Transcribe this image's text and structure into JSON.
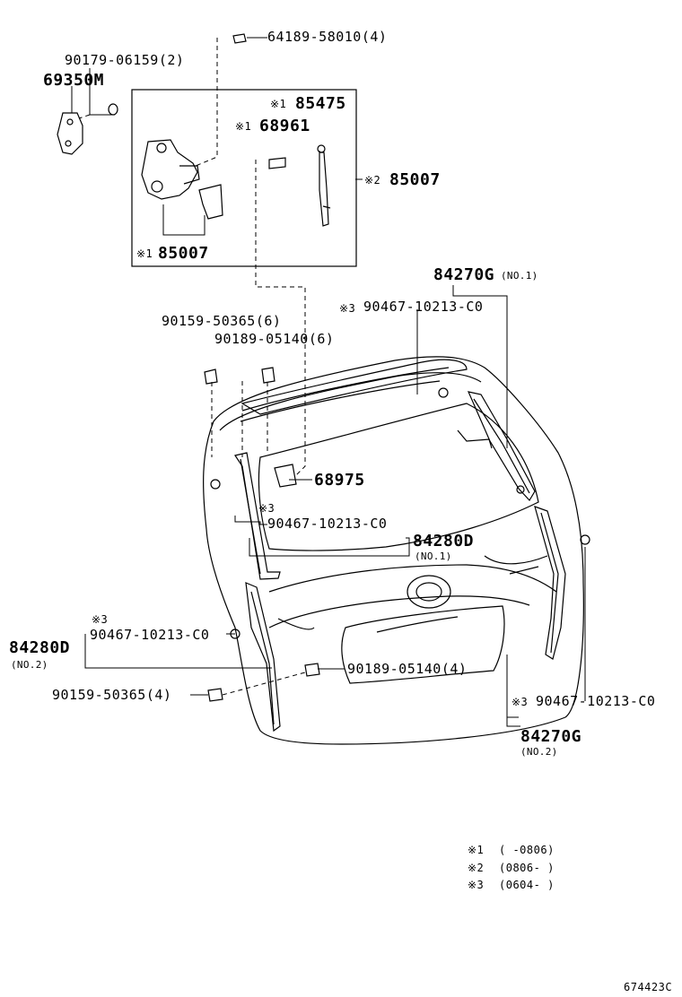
{
  "parts": {
    "p64189": "64189-58010(4)",
    "p90179": "90179-06159(2)",
    "p69350m": "69350M",
    "p85475": "85475",
    "p68961": "68961",
    "p85007_right": "85007",
    "p85007_left": "85007",
    "p84270g_top": "84270G",
    "p84270g_top_no": "(NO.1)",
    "p90467_a": "90467-10213-C0",
    "p90159_top": "90159-50365(6)",
    "p90189_top": "90189-05140(6)",
    "p68975": "68975",
    "p90467_b": "90467-10213-C0",
    "p84280d_top": "84280D",
    "p84280d_top_no": "(NO.1)",
    "p90467_c": "90467-10213-C0",
    "p84280d_bottom": "84280D",
    "p84280d_bottom_no": "(NO.2)",
    "p90189_bottom": "90189-05140(4)",
    "p90159_bottom": "90159-50365(4)",
    "p90467_d": "90467-10213-C0",
    "p84270g_bottom": "84270G",
    "p84270g_bottom_no": "(NO.2)"
  },
  "marks": {
    "m1": "※1",
    "m2": "※2",
    "m3": "※3"
  },
  "legend": [
    {
      "mark": "※1",
      "range": "(     -0806)"
    },
    {
      "mark": "※2",
      "range": "(0806-     )"
    },
    {
      "mark": "※3",
      "range": "(0604-     )"
    }
  ],
  "diagram_id": "674423C"
}
